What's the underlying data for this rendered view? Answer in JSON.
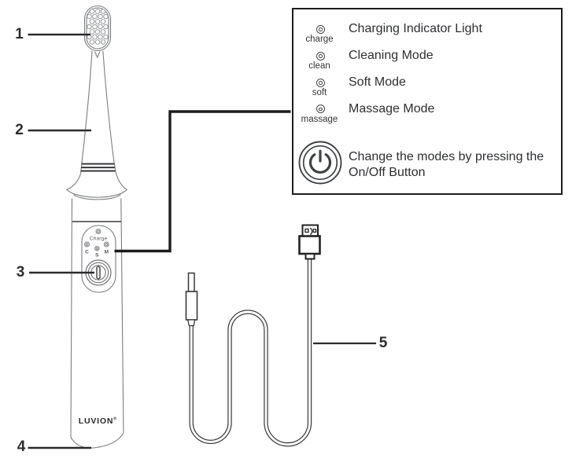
{
  "legend": {
    "items": [
      {
        "icon": "charge-led-icon",
        "label": "charge",
        "text": "Charging Indicator Light"
      },
      {
        "icon": "clean-led-icon",
        "label": "clean",
        "text": "Cleaning Mode"
      },
      {
        "icon": "soft-led-icon",
        "label": "soft",
        "text": "Soft Mode"
      },
      {
        "icon": "massage-led-icon",
        "label": "massage",
        "text": "Massage Mode"
      }
    ],
    "power_note_line1": "Change the modes by pressing the",
    "power_note_line2": "On/Off Button"
  },
  "device": {
    "brand": "LUVION",
    "brand_mark": "®",
    "panel": {
      "charge_label": "Charge",
      "mode_c": "C",
      "mode_s": "S",
      "mode_m": "M"
    }
  },
  "callouts": {
    "n1": "1",
    "n2": "2",
    "n3": "3",
    "n4": "4",
    "n5": "5"
  },
  "colors": {
    "ink": "#1d1d1f",
    "outline": "#7c7e80",
    "cable": "#3f3f41"
  }
}
